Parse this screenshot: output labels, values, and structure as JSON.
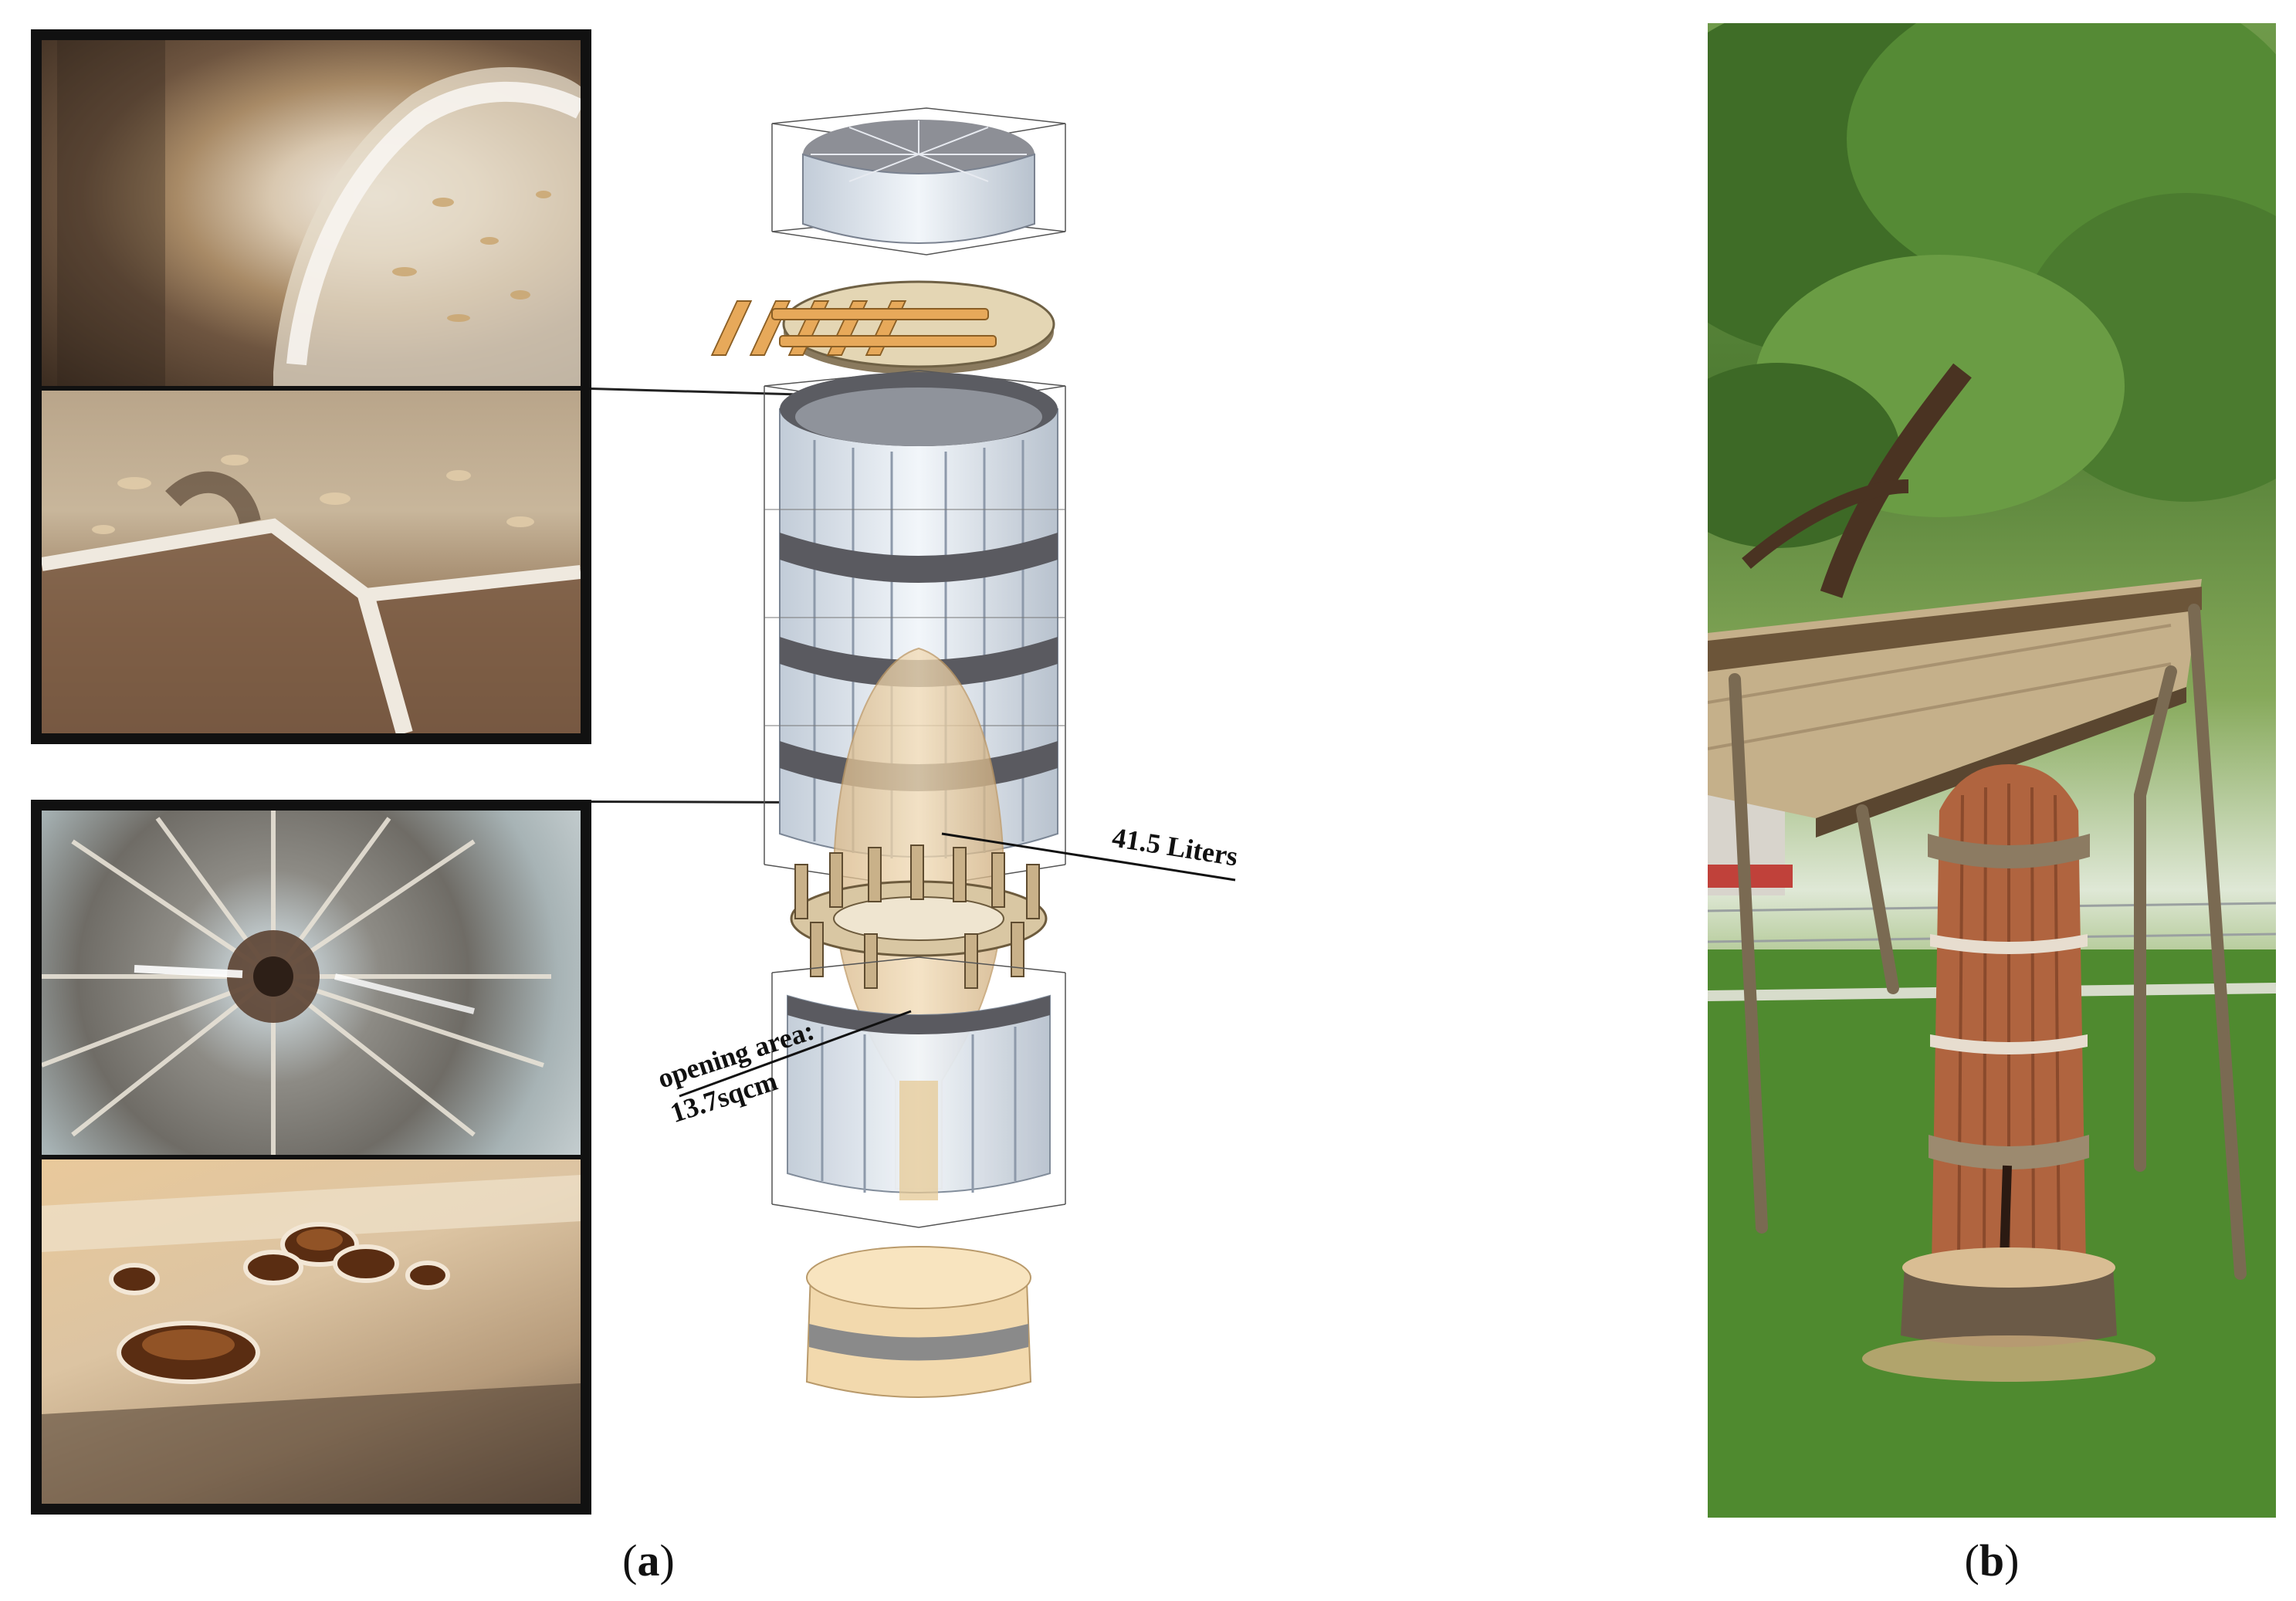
{
  "panel_a": {
    "caption_open": "(",
    "caption_letter": "a",
    "caption_close": ")",
    "annotations": {
      "volume": "41.5 Liters",
      "opening_line1": "opening area:",
      "opening_line2": "13.7sqcm"
    },
    "photos": [
      "mycelium-close-up-1",
      "mycelium-close-up-2",
      "interior-view-looking-up",
      "fungal-fruiting-bodies"
    ]
  },
  "panel_b": {
    "caption_open": "(",
    "caption_letter": "b",
    "caption_close": ")",
    "photo": "built-hive-column-under-roof"
  },
  "colors": {
    "frame": "#111111",
    "mycelium": "#e9e1d4",
    "shell": "#d9e2ec",
    "band": "#5a5a60",
    "wood_light": "#e7c48c",
    "chamber": "#e8c99a",
    "brick": "#b0643f",
    "grass": "#5f8a3a",
    "foliage": "#4f7d32"
  }
}
